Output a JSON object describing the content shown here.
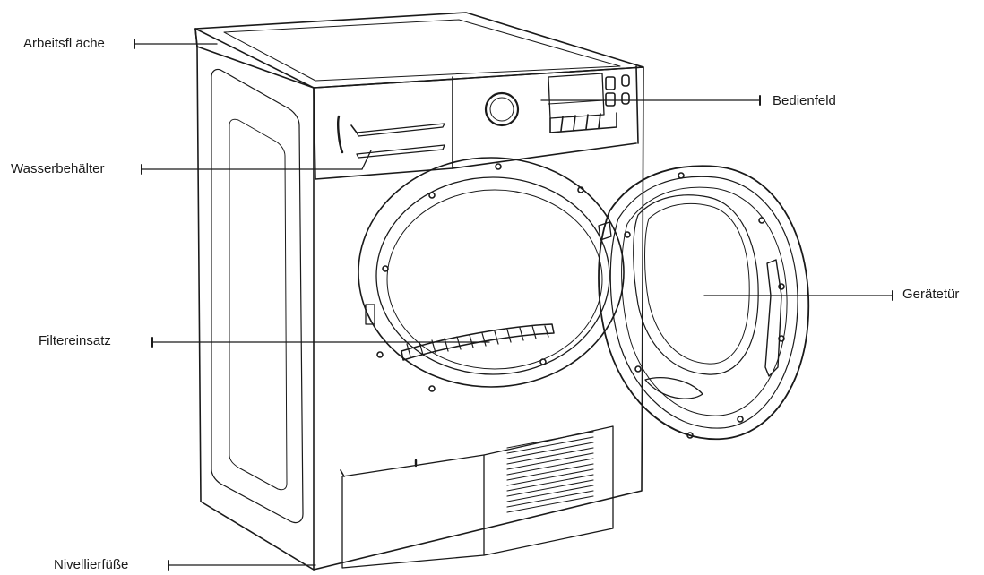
{
  "labels": {
    "worktop": "Arbeitsfl äche",
    "water_tank": "Wasserbehälter",
    "filter": "Filtereinsatz",
    "feet": "Nivellierfüße",
    "control_panel": "Bedienfeld",
    "door": "Gerätetür"
  },
  "colors": {
    "line": "#1a1a1a",
    "background": "#ffffff"
  }
}
